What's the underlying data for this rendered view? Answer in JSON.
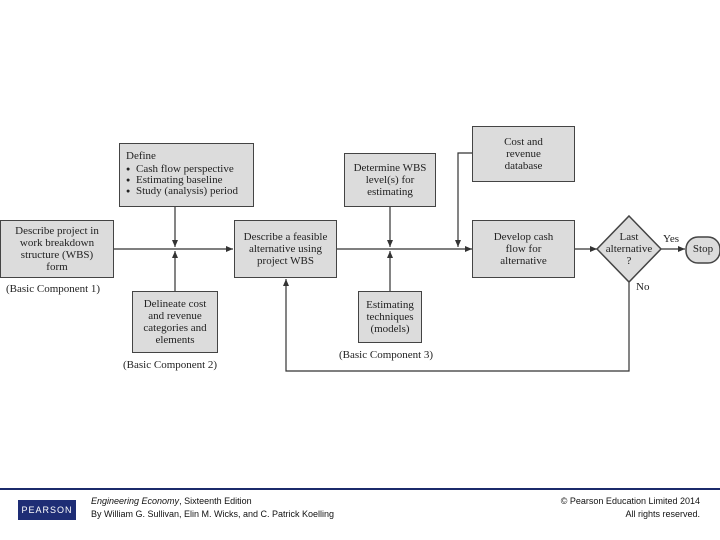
{
  "boxes": {
    "define": {
      "title": "Define",
      "bullets": [
        "Cash flow perspective",
        "Estimating baseline",
        "Study (analysis) period"
      ]
    },
    "describe_project": "Describe project in work breakdown structure (WBS) form",
    "delineate": "Delineate cost and revenue categories and elements",
    "describe_alternative": "Describe a feasible alternative using project WBS",
    "determine_wbs": "Determine WBS level(s) for estimating",
    "estimating_techniques": "Estimating techniques (models)",
    "cost_database": "Cost and revenue database",
    "develop_cash_flow": "Develop cash flow for alternative",
    "last_alternative": "Last alternative ?",
    "stop": "Stop"
  },
  "labels": {
    "basic1": "(Basic Component 1)",
    "basic2": "(Basic Component 2)",
    "basic3": "(Basic Component 3)",
    "yes": "Yes",
    "no": "No"
  },
  "footer": {
    "logo": "PEARSON",
    "book_title": "Engineering Economy",
    "edition": ", Sixteenth Edition",
    "authors": "By William G. Sullivan, Elin M. Wicks, and C. Patrick Koelling",
    "copyright": "© Pearson Education Limited 2014",
    "rights": "All rights reserved."
  },
  "colors": {
    "box_fill": "#dcdcdc",
    "line": "#333333",
    "footer_bar": "#1b2a6b",
    "logo_bg": "#1e2d75"
  }
}
